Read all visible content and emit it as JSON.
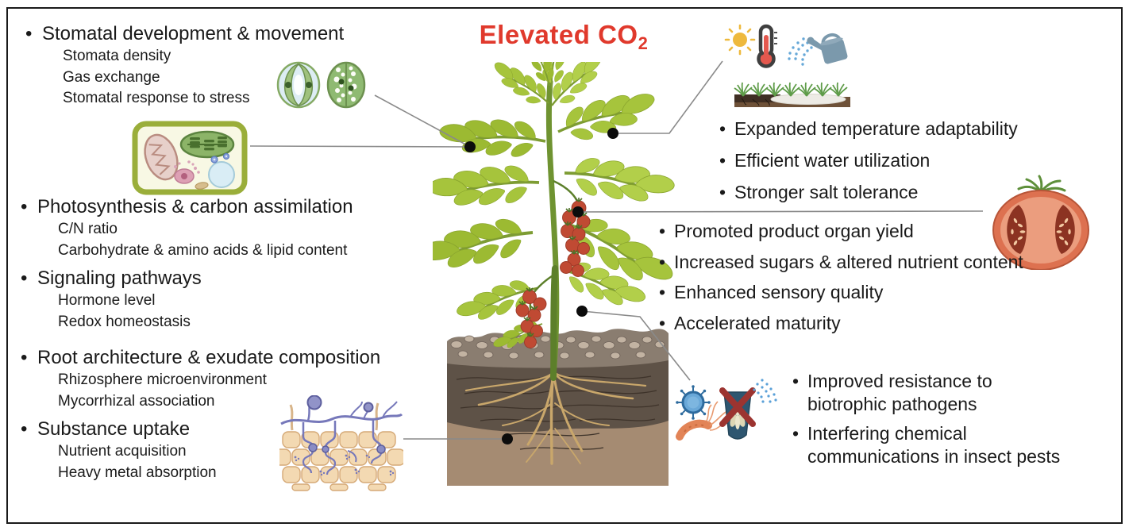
{
  "figure": {
    "title_main": "Elevated CO",
    "title_sub": "2"
  },
  "ui": {
    "bullet": "•"
  },
  "left_sections": [
    {
      "heading": "Stomatal development & movement",
      "items": [
        "Stomata density",
        "Gas exchange",
        "Stomatal response to stress"
      ]
    },
    {
      "heading": "Photosynthesis & carbon assimilation",
      "items": [
        "C/N ratio",
        "Carbohydrate & amino acids & lipid content"
      ]
    },
    {
      "heading": "Signaling pathways",
      "items": [
        "Hormone level",
        "Redox homeostasis"
      ]
    },
    {
      "heading": "Root architecture & exudate composition",
      "items": [
        "Rhizosphere microenvironment",
        "Mycorrhizal association"
      ]
    },
    {
      "heading": "Substance uptake",
      "items": [
        "Nutrient acquisition",
        "Heavy metal absorption"
      ]
    }
  ],
  "right_sections": [
    {
      "items": [
        "Expanded temperature adaptability",
        "Efficient water utilization",
        "Stronger salt tolerance"
      ]
    },
    {
      "items": [
        "Promoted product organ yield",
        "Increased sugars & altered nutrient content",
        "Enhanced sensory quality",
        "Accelerated maturity"
      ]
    },
    {
      "items": [
        "Improved resistance to biotrophic pathogens",
        "Interfering chemical communications in insect pests"
      ]
    }
  ],
  "icons": {
    "left": [
      "stomata-icon",
      "plant-cell-icon",
      "mycorrhiza-icon"
    ],
    "top_right": [
      "sun-icon",
      "thermometer-icon",
      "water-spray-icon",
      "watering-can-icon",
      "grass-salinity-icon"
    ],
    "right": [
      "tomato-cross-section-icon"
    ],
    "bottom_right": [
      "virus-icon",
      "bacterium-icon",
      "insect-pest-banned-icon",
      "pheromone-spray-icon"
    ],
    "center": [
      "tomato-plant-illustration",
      "soil-with-roots-illustration"
    ]
  },
  "colors": {
    "title_red": "#e0392c",
    "text": "#1a1a1a",
    "connector_line": "#8a8a8a",
    "leaf_green": "#a6c43c",
    "stem_green": "#6f9331",
    "tomato_red": "#c04a33",
    "soil_dark": "#5e5247",
    "soil_light": "#a58b72"
  }
}
